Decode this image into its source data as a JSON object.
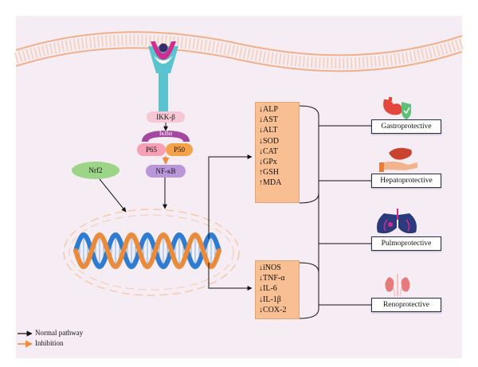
{
  "pathway": {
    "ikkb": "IKK-β",
    "ikba": "IκBα",
    "p65": "P65",
    "p50": "P50",
    "nfkb": "NF-κB",
    "nrf2": "Nrf2"
  },
  "markers_top": [
    "↓ALP",
    "↓AST",
    "↓ALT",
    "↓SOD",
    "↓CAT",
    "↓GPx",
    "↑GSH",
    "↑MDA"
  ],
  "markers_bottom": [
    "↓iNOS",
    "↓TNF-α",
    "↓IL-6",
    "↓IL-1β",
    "↓COX-2"
  ],
  "outcomes": [
    "Gastroprotective",
    "Hepatoprotective",
    "Pulmoprotective",
    "Renoprotective"
  ],
  "legend": {
    "normal": "Normal pathway",
    "inhibition": "Inhibition"
  },
  "icons": [
    "receptor-icon",
    "stomach-shield-icon",
    "hand-liver-icon",
    "lungs-icon",
    "kidneys-icon",
    "dna-icon"
  ],
  "colors": {
    "background": "#f5edf3",
    "box": "#f8bf93",
    "receptor": "#5bc3cf",
    "receptor_head": "#cf2e8f",
    "nrf2": "#9dd588",
    "nfkb": "#b996d9",
    "p65": "#f5a0b5",
    "p50": "#f6a24b",
    "ikba": "#a3479f",
    "dna_orange": "#ea8a3b",
    "dna_blue": "#2e7bd0",
    "normal_arrow": "#111111",
    "inhibition_arrow": "#f08a3c"
  }
}
